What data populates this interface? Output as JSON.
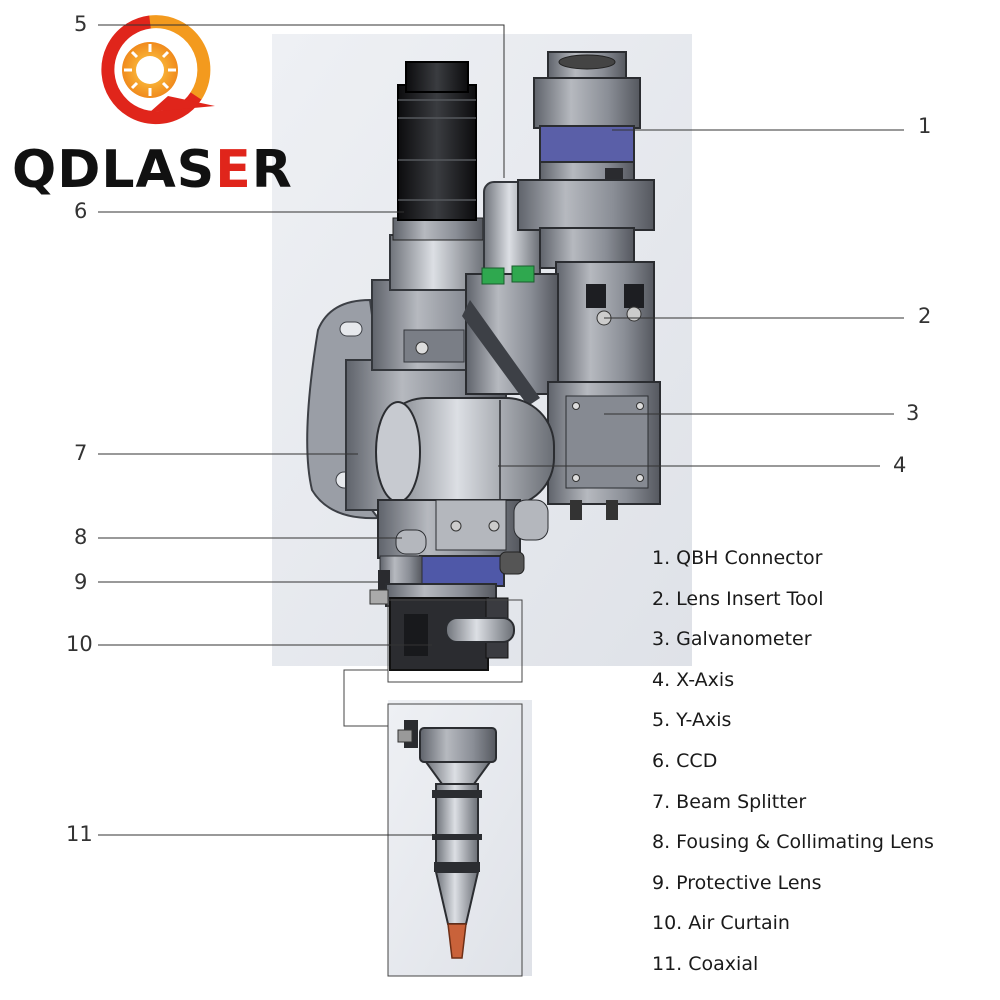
{
  "brand": {
    "logo_text_left": "QDLAS",
    "logo_text_accent": "E",
    "logo_text_right": "R"
  },
  "callouts": [
    "1",
    "2",
    "3",
    "4",
    "5",
    "6",
    "7",
    "8",
    "9",
    "10",
    "11"
  ],
  "legend": [
    "1. QBH Connector",
    "2. Lens Insert Tool",
    "3. Galvanometer",
    "4. X-Axis",
    "5. Y-Axis",
    "6. CCD",
    "7. Beam Splitter",
    "8. Fousing & Collimating Lens",
    "9. Protective Lens",
    "10. Air Curtain",
    "11. Coaxial"
  ],
  "colors": {
    "logo_orange": "#f39a1e",
    "logo_red": "#e0251b",
    "machine_grey": "#8c9098",
    "machine_dark": "#1c1d20",
    "blue_ring": "#5a5fa8",
    "green_terminal": "#2fa84f",
    "copper_tip": "#c9623a"
  }
}
